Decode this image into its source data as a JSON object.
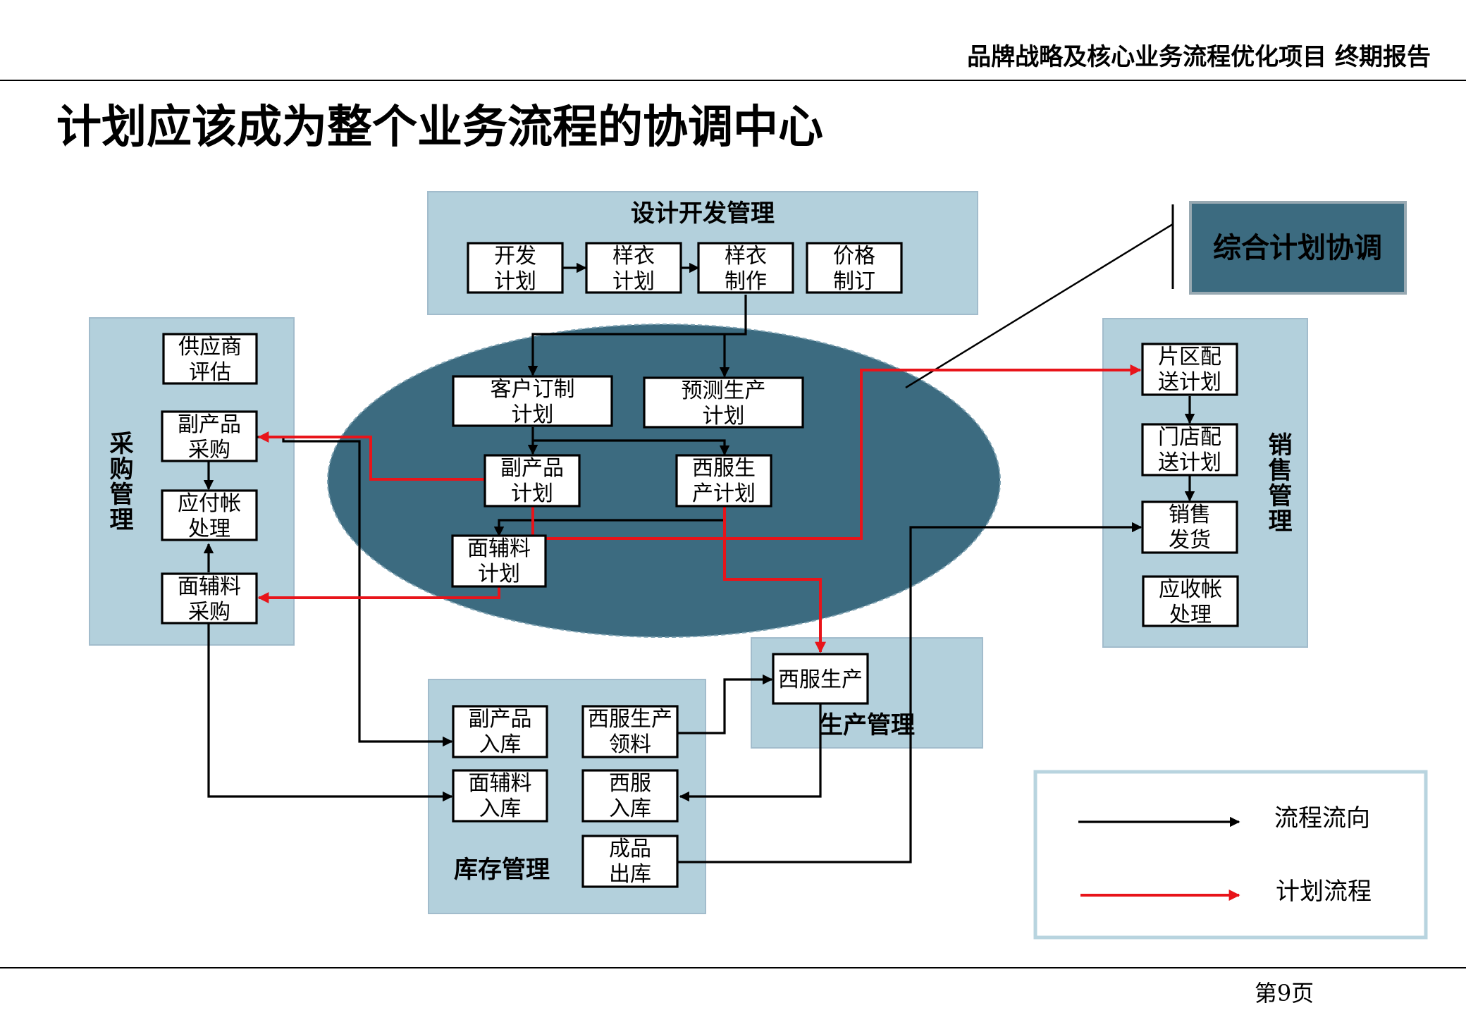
{
  "header": {
    "project_title": "品牌战略及核心业务流程优化项目  终期报告"
  },
  "slide_title": "计划应该成为整个业务流程的协调中心",
  "groups": {
    "design": "设计开发管理",
    "purchase": "采购管理",
    "sales": "销售管理",
    "production": "生产管理",
    "inventory": "库存管理"
  },
  "callout": "综合计划协调",
  "boxes": {
    "dev_plan": [
      "开发",
      "计划"
    ],
    "sample_plan": [
      "样衣",
      "计划"
    ],
    "sample_make": [
      "样衣",
      "制作"
    ],
    "pricing": [
      "价格",
      "制订"
    ],
    "supplier_eval": [
      "供应商",
      "评估"
    ],
    "byproduct_purchase": [
      "副产品",
      "采购"
    ],
    "payable": [
      "应付帐",
      "处理"
    ],
    "fabric_purchase": [
      "面辅料",
      "采购"
    ],
    "customer_plan": [
      "客户订制",
      "计划"
    ],
    "forecast_plan": [
      "预测生产",
      "计划"
    ],
    "byproduct_plan": [
      "副产品",
      "计划"
    ],
    "suit_plan": [
      "西服生",
      "产计划"
    ],
    "fabric_plan": [
      "面辅料",
      "计划"
    ],
    "region_plan": [
      "片区配",
      "送计划"
    ],
    "store_plan": [
      "门店配",
      "送计划"
    ],
    "sales_ship": [
      "销售",
      "发货"
    ],
    "receivable": [
      "应收帐",
      "处理"
    ],
    "suit_production": [
      "西服生产"
    ],
    "byproduct_in": [
      "副产品",
      "入库"
    ],
    "suit_pick": [
      "西服生产",
      "领料"
    ],
    "fabric_in": [
      "面辅料",
      "入库"
    ],
    "suit_in": [
      "西服",
      "入库"
    ],
    "goods_out": [
      "成品",
      "出库"
    ]
  },
  "legend": {
    "flow": "流程流向",
    "plan": "计划流程"
  },
  "page_number": "第9页",
  "colors": {
    "group_fill": "#b3d0dc",
    "ellipse_fill": "#3c6b80",
    "callout_fill": "#3c6b80",
    "callout_text": "#ffff33",
    "plan_flow": "#e8141a",
    "process_flow": "#000000"
  }
}
